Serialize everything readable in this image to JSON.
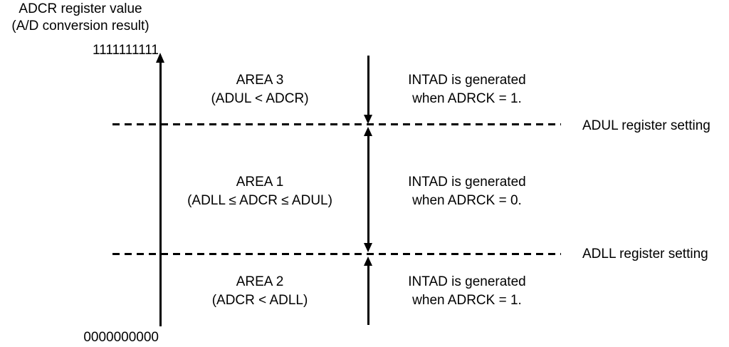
{
  "diagram": {
    "axis_title_line1": "ADCR register value",
    "axis_title_line2": "(A/D conversion result)",
    "axis_max_value": "1111111111",
    "axis_min_value": "0000000000",
    "upper_threshold_label": "ADUL register setting",
    "lower_threshold_label": "ADLL register setting",
    "areas": [
      {
        "name": "AREA 3",
        "condition": "(ADUL < ADCR)",
        "interrupt_line1": "INTAD is generated",
        "interrupt_line2": "when ADRCK = 1."
      },
      {
        "name": "AREA 1",
        "condition": "(ADLL ≤ ADCR ≤ ADUL)",
        "interrupt_line1": "INTAD is generated",
        "interrupt_line2": "when ADRCK = 0."
      },
      {
        "name": "AREA 2",
        "condition": "(ADCR < ADLL)",
        "interrupt_line1": "INTAD is generated",
        "interrupt_line2": "when ADRCK = 1."
      }
    ],
    "colors": {
      "foreground": "#000000",
      "background": "#ffffff"
    }
  }
}
